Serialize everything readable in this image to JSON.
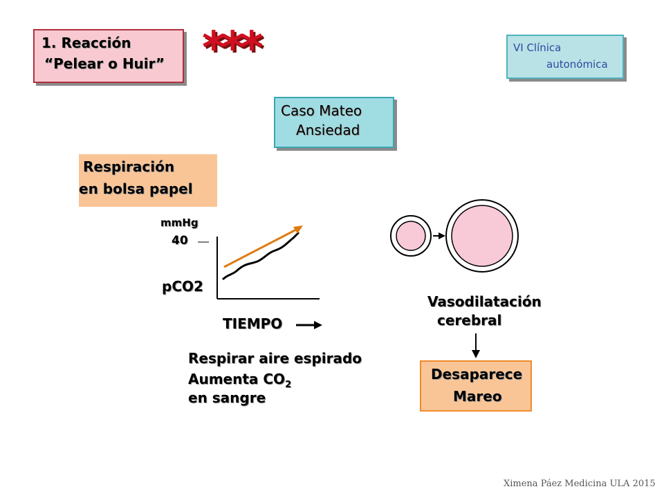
{
  "reaccion": {
    "line1": "1. Reacción",
    "line2": "“Pelear o Huir”"
  },
  "stars": "***",
  "vi": {
    "line1": "VI Clínica",
    "line2": "autonómica"
  },
  "caso": {
    "line1": "Caso Mateo",
    "line2": "Ansiedad"
  },
  "respiracion": {
    "line1": "Respiración",
    "line2": "en bolsa papel"
  },
  "graph": {
    "unit": "mmHg",
    "tick": "40",
    "ylabel": "pCO2",
    "xlabel": "TIEMPO"
  },
  "explain": {
    "line1": "Respirar aire espirado",
    "line2_main": "Aumenta CO",
    "line2_sub": "2",
    "line3": "en sangre"
  },
  "vaso": {
    "line1": "Vasodilatación",
    "line2": "cerebral"
  },
  "desaparece": {
    "line1": "Desaparece",
    "line2": "Mareo"
  },
  "footer": "Ximena Páez Medicina ULA 2015",
  "colors": {
    "stars": "#d01020",
    "orange_line": "#e07a10",
    "circle_fill": "#f8c9d6"
  }
}
